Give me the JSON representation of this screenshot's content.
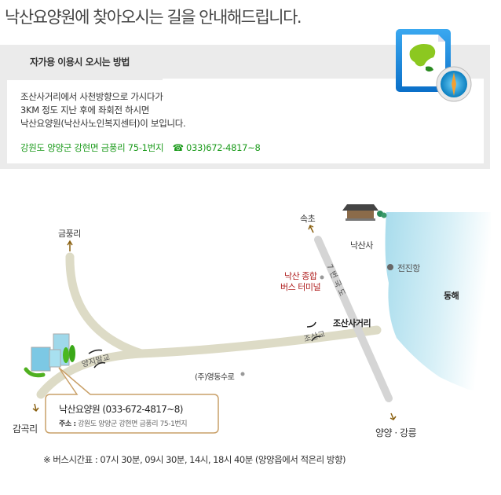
{
  "title": "낙산요양원에 찾아오시는 길을 안내해드립니다.",
  "directions": {
    "tab_label": "자가용 이용시 오시는 방법",
    "lines": [
      "조산사거리에서 사천방향으로 가시다가",
      "3KM 정도 지난 후에 좌회전 하시면",
      "낙산요양원(낙산사노인복지센터)이 보입니다."
    ],
    "address": "강원도 양양군 강현면 금풍리 75-1번지",
    "phone_icon": "phone-icon",
    "phone": "033)672-4817~8",
    "accent_color": "#1a9a1a"
  },
  "map": {
    "labels": {
      "geumpungri": "금풍리",
      "sokcho": "속초",
      "naksansa": "낙산사",
      "jeonjinhang": "전진항",
      "donghae": "동해",
      "bus_terminal_1": "낙산 종합",
      "bus_terminal_2": "버스 터미널",
      "route7": "7 번 국 도",
      "josansageori": "조산사거리",
      "josangyo": "조산교",
      "yangjimalgyo": "양지말교",
      "yeongdong": "(주)영동수로",
      "gamgokri": "감곡리",
      "yangyang": "양양 · 강릉"
    },
    "callout": {
      "name": "낙산요양원 (033-672-4817~8)",
      "address_label": "주소 :",
      "address": "강원도 양양군 강현면 금풍리 75-1번지"
    }
  },
  "bus_schedule": "※  버스시간표 : 07시 30분, 09시 30분, 14시, 18시 40분  (양양읍에서 적은리 방향)"
}
